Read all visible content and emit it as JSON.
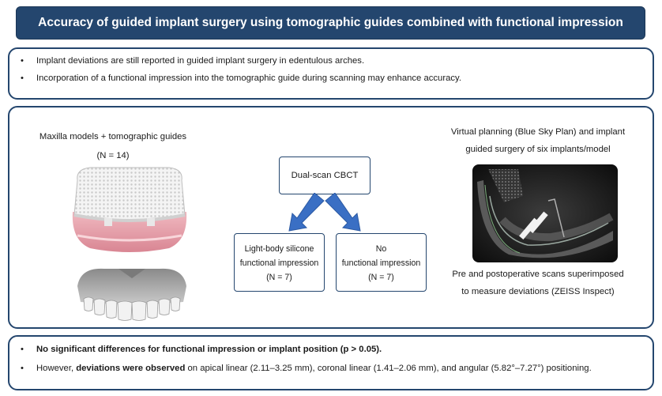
{
  "title": "Accuracy of guided implant surgery using tomographic guides combined with functional impression",
  "intro": {
    "bullets": [
      "Implant deviations are still reported in guided implant surgery in edentulous arches.",
      "Incorporation of a functional impression into the tomographic guide during scanning may enhance accuracy."
    ]
  },
  "methods": {
    "models_label": "Maxilla models + tomographic guides",
    "models_n": "(N = 14)",
    "scan_label": "Dual-scan CBCT",
    "group_a": {
      "line1": "Light-body silicone",
      "line2": "functional impression",
      "n": "(N = 7)"
    },
    "group_b": {
      "line1": "No",
      "line2": "functional impression",
      "n": "(N = 7)"
    },
    "planning_line1": "Virtual planning (Blue Sky Plan) and implant",
    "planning_line2": "guided surgery of six implants/model",
    "superimpose_line1": "Pre and postoperative scans superimposed",
    "superimpose_line2": "to measure deviations (ZEISS Inspect)"
  },
  "conclusions": {
    "bullet1_bold": "No significant differences for functional impression or implant position (p > 0.05).",
    "bullet2_pre": "However, ",
    "bullet2_bold": "deviations were observed",
    "bullet2_post": " on apical linear (2.11–3.25 mm), coronal linear (1.41–2.06 mm), and angular (5.82°–7.27°) positioning."
  },
  "colors": {
    "navy": "#24466e",
    "arrow_blue": "#3a6fc4",
    "gum_pink": "#e8a3ad"
  }
}
